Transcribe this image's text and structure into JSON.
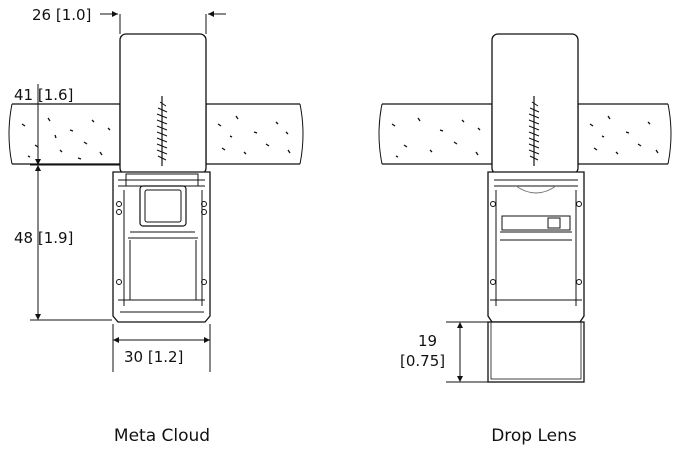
{
  "colors": {
    "line": "#111111",
    "light": "#777777",
    "background": "#ffffff"
  },
  "drawings": [
    {
      "caption": "Meta Cloud",
      "dimensions": {
        "top_width": "26 [1.0]",
        "ceiling_height": "41 [1.6]",
        "body_height": "48 [1.9]",
        "body_width": "30 [1.2]"
      }
    },
    {
      "caption": "Drop Lens",
      "dimensions": {
        "drop_line1": "19",
        "drop_line2": "[0.75]"
      }
    }
  ]
}
